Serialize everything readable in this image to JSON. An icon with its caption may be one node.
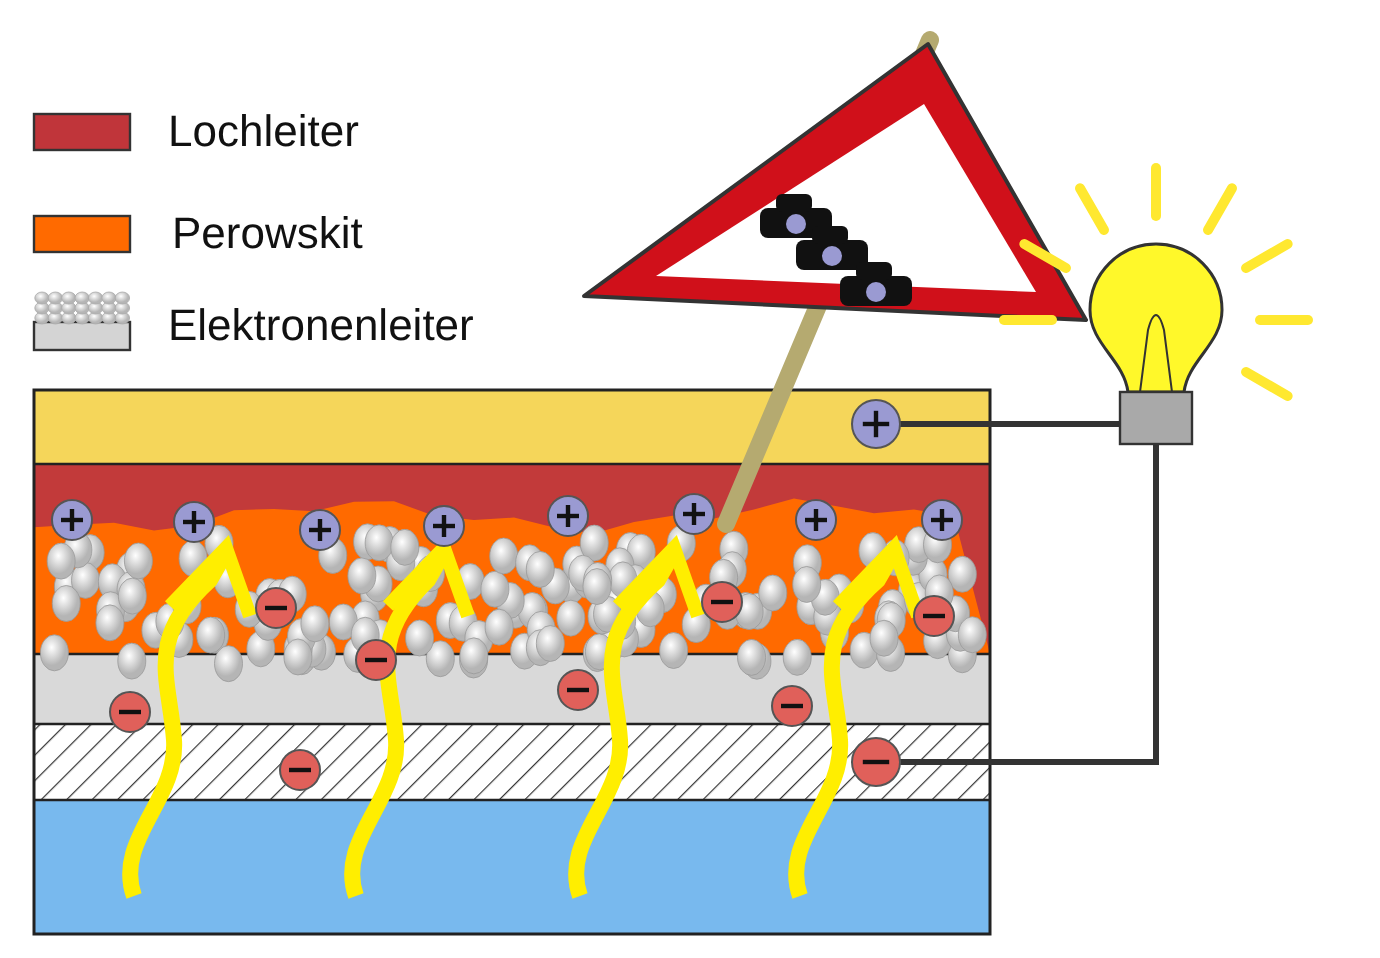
{
  "diagram": {
    "nodes": [
      {
        "text": [],
        "shape": "circle"
      },
      {
        "text": [],
        "shape": "picture"
      },
      {
        "text": [],
        "shape": "circle"
      }
    ],
    "edges": [
      {
        "from": 0,
        "to": 1,
        "arrow": "none"
      },
      {
        "from": 2,
        "to": 1,
        "arrow": "none"
      }
    ],
    "legend": [
      {
        "text": "Lochleiter",
        "color": "#c0353a"
      },
      {
        "text": "Perowskit",
        "color": "#ff6a00"
      },
      {
        "text": "Elektronenleiter"
      }
    ]
  }
}
